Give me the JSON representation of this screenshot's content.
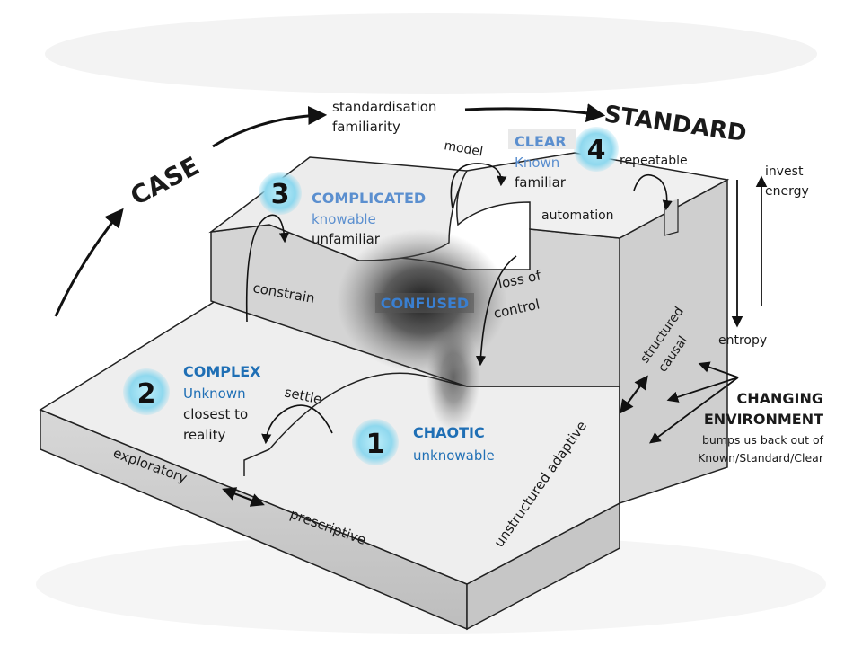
{
  "big_labels": {
    "case": "CASE",
    "standard": "STANDARD"
  },
  "top_flow": {
    "line1": "standardisation",
    "line2": "familiarity"
  },
  "energy": {
    "invest1": "invest",
    "invest2": "energy",
    "entropy": "entropy"
  },
  "center": {
    "label": "CONFUSED"
  },
  "domains": {
    "chaotic": {
      "number": "1",
      "title": "CHAOTIC",
      "line1": "unknowable"
    },
    "complex": {
      "number": "2",
      "title": "COMPLEX",
      "line1": "Unknown",
      "line2": "closest to",
      "line3": "reality"
    },
    "complicated": {
      "number": "3",
      "title": "COMPLICATED",
      "line1": "knowable",
      "line2": "unfamiliar"
    },
    "clear": {
      "number": "4",
      "title": "CLEAR",
      "line1": "Known",
      "line2": "familiar"
    }
  },
  "transitions": {
    "settle": "settle",
    "constrain": "constrain",
    "model": "model",
    "repeatable": "repeatable",
    "automation": "automation",
    "loss1": "loss of",
    "loss2": "control"
  },
  "axes": {
    "exploratory": "exploratory",
    "prescriptive": "prescriptive",
    "unstructured": "unstructured adaptive",
    "structured1": "structured",
    "structured2": "causal"
  },
  "environment": {
    "title1": "CHANGING",
    "title2": "ENVIRONMENT",
    "line1": "bumps us back out of",
    "line2": "Known/Standard/Clear"
  },
  "colors": {
    "domain_title": "#1f6fb5",
    "domain_sub": "#5b8fcf",
    "badge": "#8fd8ee",
    "platform_top": "#eeeeee",
    "platform_side": "#cfcfcf"
  }
}
